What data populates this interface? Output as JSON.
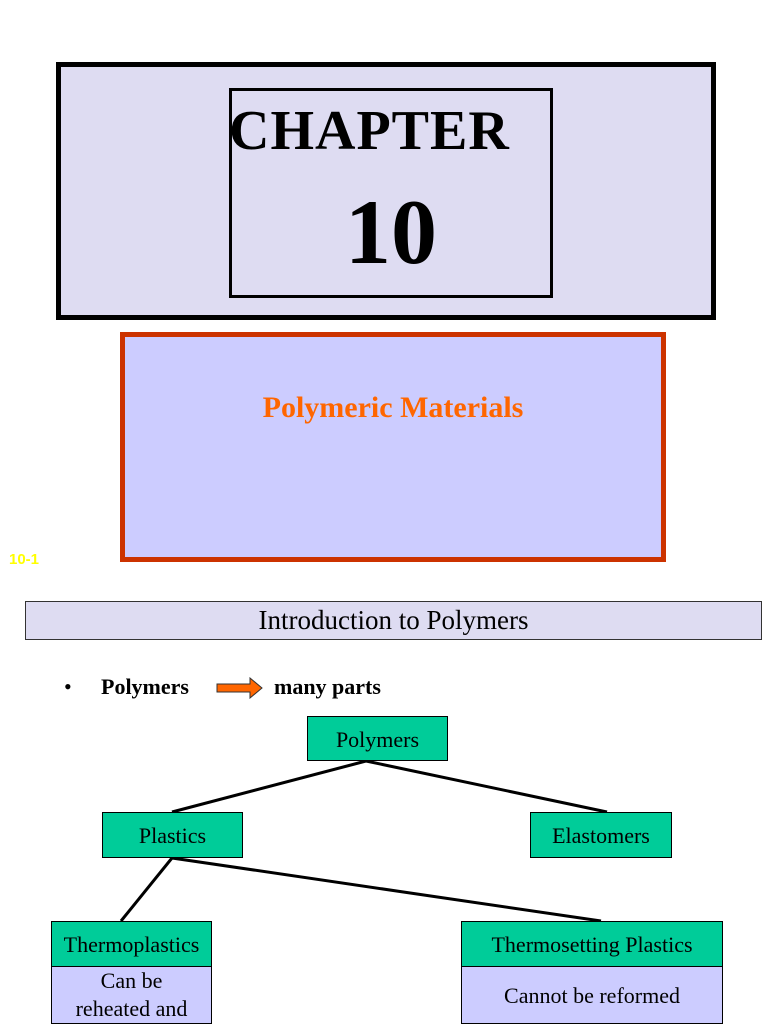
{
  "slide1": {
    "chapter_word": "CHAPTER",
    "chapter_number": "10",
    "subtitle": "Polymeric Materials",
    "slide_number": "10-1"
  },
  "slide2": {
    "title": "Introduction to Polymers",
    "bullet": {
      "marker": "•",
      "left": "Polymers",
      "right": "many parts"
    },
    "tree": {
      "root": "Polymers",
      "plastics": "Plastics",
      "elastomers": "Elastomers",
      "thermoplastics": "Thermoplastics",
      "thermoplastics_desc": "Can be reheated and",
      "thermosetting": "Thermosetting Plastics",
      "thermosetting_desc": "Cannot be reformed"
    }
  },
  "colors": {
    "chapter_bg": "#dedcf2",
    "subtitle_bg": "#ccccff",
    "subtitle_border": "#cc3300",
    "subtitle_text": "#ff6600",
    "node_fill": "#00cc99",
    "arrow": "#ff6600"
  }
}
